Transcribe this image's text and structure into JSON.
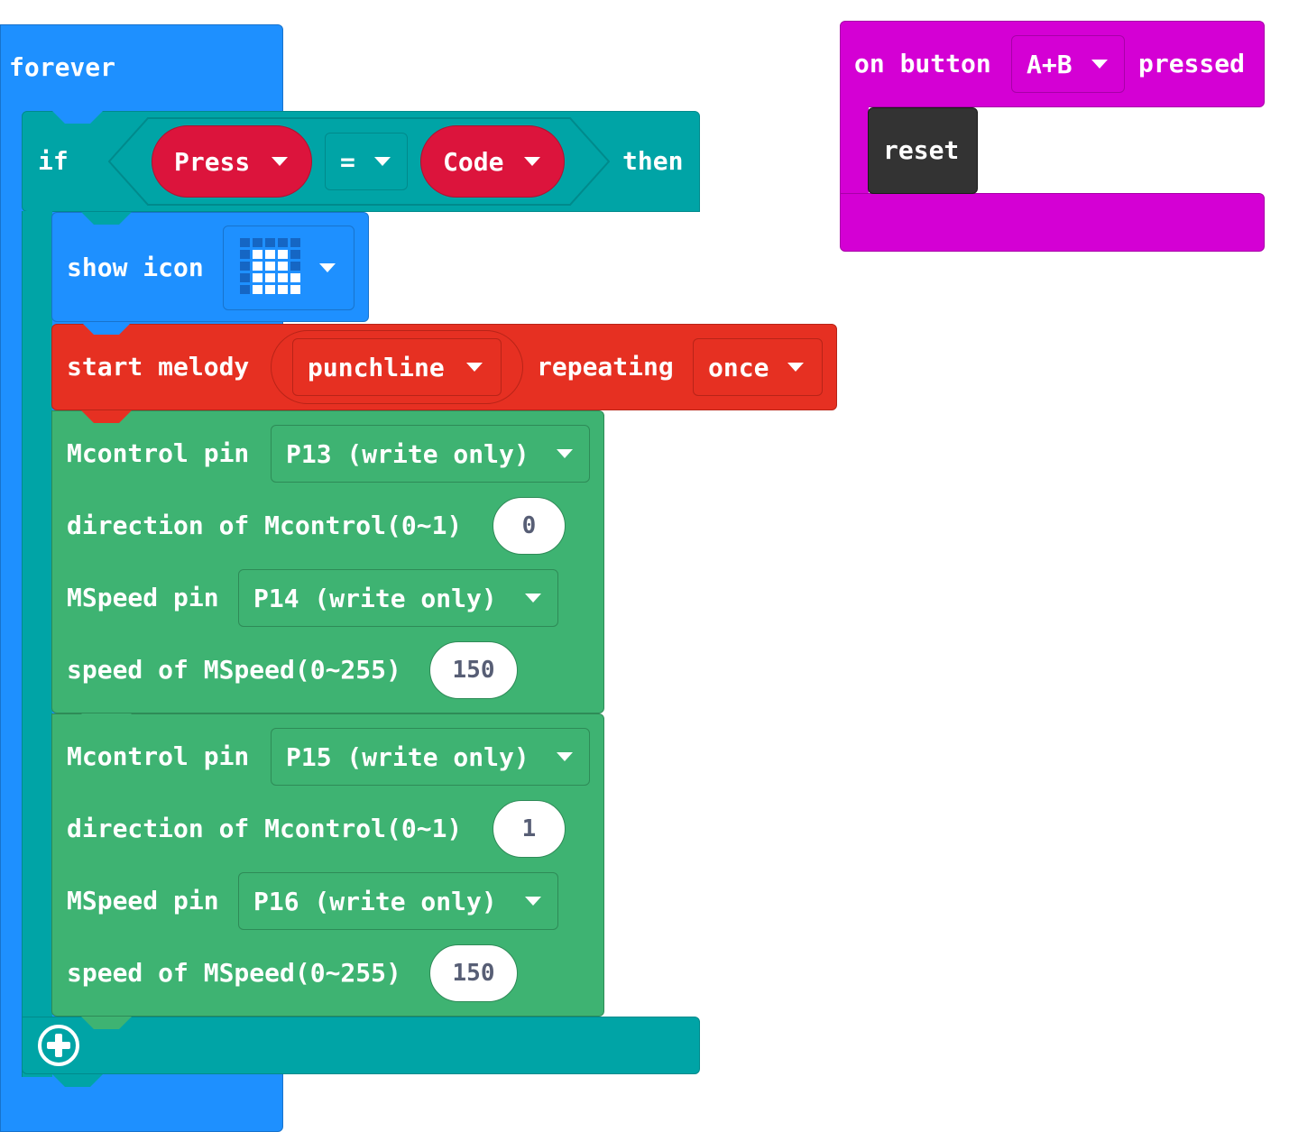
{
  "colors": {
    "loops": "#1e90ff",
    "logic": "#00a4a6",
    "variables": "#dc143c",
    "music": "#e63022",
    "motor": "#3eb372",
    "input": "#d400d4",
    "control": "#333333"
  },
  "forever": {
    "label": "forever"
  },
  "if_block": {
    "if_label": "if",
    "then_label": "then",
    "left_var": "Press",
    "operator": "=",
    "right_var": "Code"
  },
  "show_icon": {
    "label": "show icon",
    "icon": "small-heart-like-led-pattern"
  },
  "melody": {
    "label": "start melody",
    "melody_value": "punchline",
    "repeating_label": "repeating",
    "repeat_value": "once"
  },
  "motor_blocks": [
    {
      "mcontrol_label": "Mcontrol pin",
      "mcontrol_pin": "P13 (write only)",
      "direction_label": "direction of Mcontrol(0~1)",
      "direction_value": "0",
      "mspeed_label": "MSpeed pin",
      "mspeed_pin": "P14 (write only)",
      "speed_label": "speed of MSpeed(0~255)",
      "speed_value": "150"
    },
    {
      "mcontrol_label": "Mcontrol pin",
      "mcontrol_pin": "P15 (write only)",
      "direction_label": "direction of Mcontrol(0~1)",
      "direction_value": "1",
      "mspeed_label": "MSpeed pin",
      "mspeed_pin": "P16 (write only)",
      "speed_label": "speed of MSpeed(0~255)",
      "speed_value": "150"
    }
  ],
  "on_button": {
    "on_label": "on button",
    "button_value": "A+B",
    "pressed_label": "pressed",
    "reset_label": "reset"
  }
}
